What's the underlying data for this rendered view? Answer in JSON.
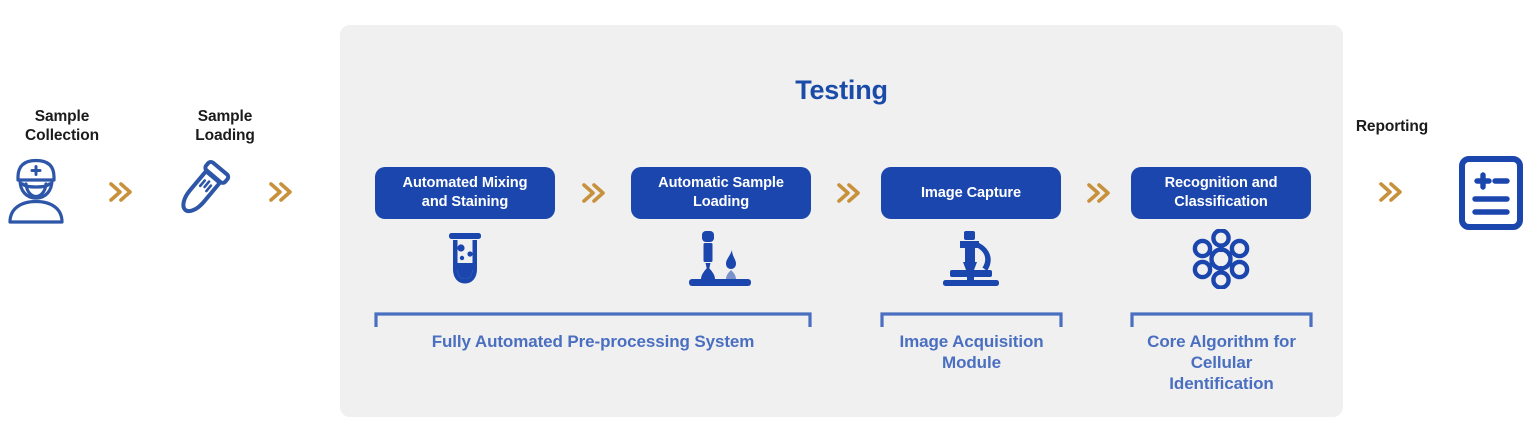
{
  "colors": {
    "page_background": "#ffffff",
    "panel_background": "#f0f0f1",
    "pill_blue": "#1a46ad",
    "title_blue": "#1b4ba8",
    "caption_blue": "#4a6fc0",
    "icon_blue": "#1a46ad",
    "outline_icon_blue": "#2e56a8",
    "chevron_gold": "#c8913c",
    "label_text": "#1b1b1b"
  },
  "outer_steps": [
    {
      "label": "Sample\nCollection",
      "icon": "nurse-icon"
    },
    {
      "label": "Sample\nLoading",
      "icon": "centrifuge-tube-icon"
    }
  ],
  "reporting": {
    "label": "Reporting",
    "icon": "report-document-icon"
  },
  "testing": {
    "title": "Testing",
    "stages": [
      {
        "label": "Automated Mixing\nand Staining",
        "icon": "vial-with-sample-icon"
      },
      {
        "label": "Automatic Sample\nLoading",
        "icon": "pipette-dropper-icon"
      },
      {
        "label": "Image Capture",
        "icon": "microscope-icon"
      },
      {
        "label": "Recognition and\nClassification",
        "icon": "atom-molecule-icon"
      }
    ],
    "groups": [
      {
        "caption": "Fully Automated Pre-processing System"
      },
      {
        "caption": "Image Acquisition\nModule"
      },
      {
        "caption": "Core Algorithm for\nCellular\nIdentification"
      }
    ]
  },
  "arrows": {
    "glyph": "double-chevron-right",
    "count": 7
  }
}
